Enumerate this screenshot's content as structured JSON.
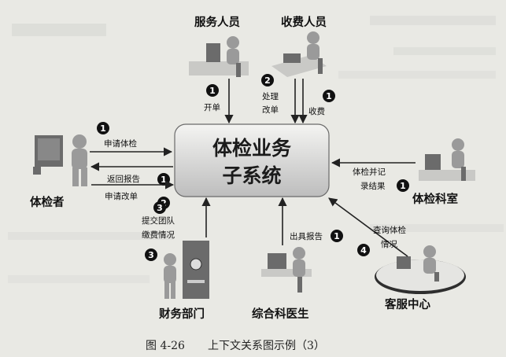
{
  "center": {
    "line1": "体检业务",
    "line2": "子系统"
  },
  "actors": {
    "service": "服务人员",
    "cashier": "收费人员",
    "examinee": "体检者",
    "dept": "体检科室",
    "finance": "财务部门",
    "doctor": "综合科医生",
    "support": "客服中心"
  },
  "flows": {
    "open_order": {
      "num": "1",
      "label": "开单"
    },
    "handle_change": {
      "num": "2",
      "label_1": "处理",
      "label_2": "改单"
    },
    "charge": {
      "num": "1",
      "label": "收费"
    },
    "apply_exam": {
      "num": "1",
      "label": "申请体检"
    },
    "return_report": {
      "num": "1",
      "label": "返回报告"
    },
    "apply_change": {
      "num": "2",
      "label": "申请改单"
    },
    "record_result": {
      "num": "1",
      "label_1": "体检并记",
      "label_2": "录结果"
    },
    "team_payment": {
      "num": "3",
      "label_1": "提交团队",
      "label_2": "缴费情况"
    },
    "issue_report": {
      "num": "1",
      "label": "出具报告"
    },
    "query_exam": {
      "num": "4",
      "label_1": "查询体检",
      "label_2": "情况"
    }
  },
  "caption": {
    "fig_no": "图 4-26",
    "title": "上下文关系图示例（3）"
  },
  "colors": {
    "background": "#e9e9e4",
    "box_top": "#f4f4f2",
    "box_bottom": "#bdbdbd",
    "badge": "#111111"
  }
}
